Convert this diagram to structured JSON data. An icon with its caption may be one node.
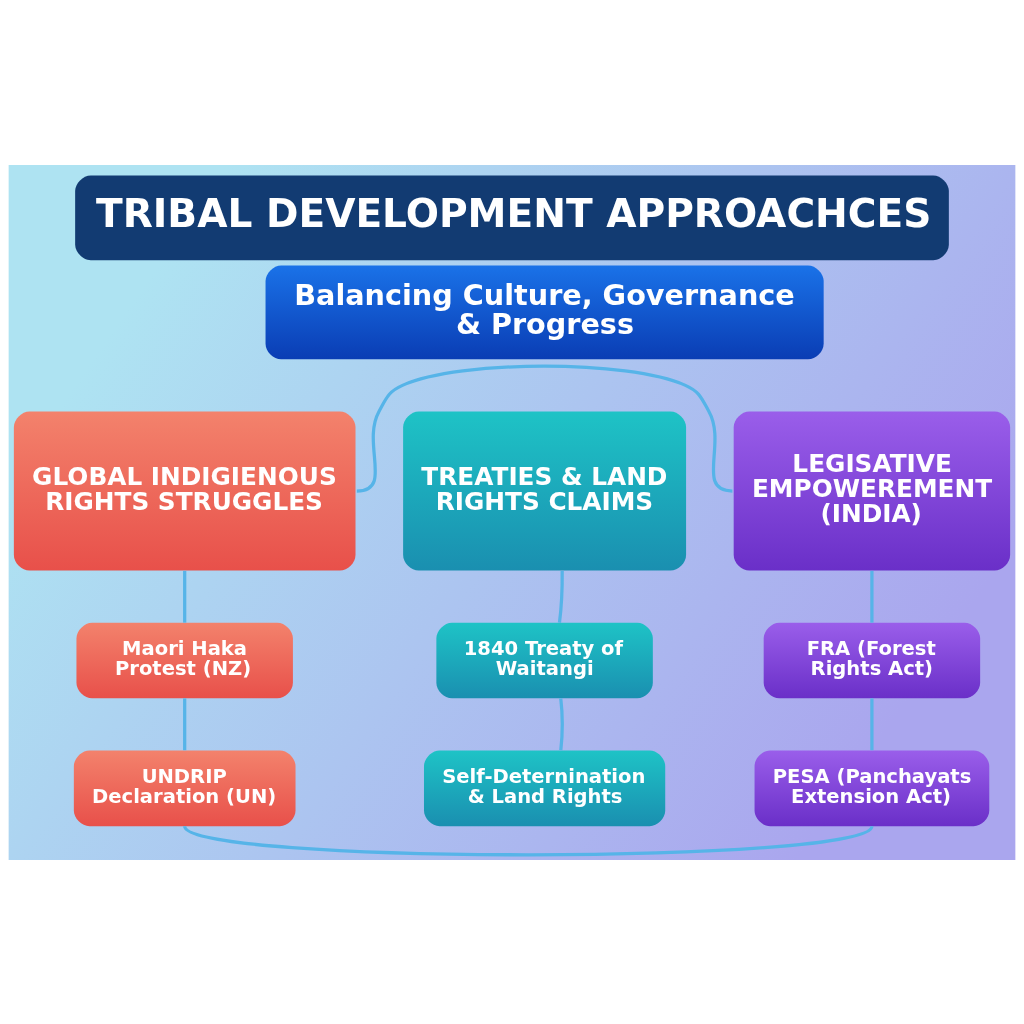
{
  "diagram": {
    "title": "TRIBAL DEVELOPMENT APPROACHCES",
    "nodes": [
      {
        "text": [
          "Balancing Culture, Governance & Progress"
        ]
      },
      {
        "text": [
          "GLOBAL INDIGIENOUS RIGHTS STRUGGLES"
        ]
      },
      {
        "text": [
          "TREATIES & LAND RIGHTS CLAIMS"
        ]
      },
      {
        "text": [
          "LEGISATIVE EMPOWEREMENT (INDIA)"
        ]
      },
      {
        "text": [
          "Maori Haka Protest (NZ)"
        ]
      },
      {
        "text": [
          "1840 Treaty of Waitangi"
        ]
      },
      {
        "text": [
          "FRA (Forest Rights Act)"
        ]
      },
      {
        "text": [
          "UNDRIP Declaration (UN)"
        ]
      },
      {
        "text": [
          "Self-Deternination & Land Rights"
        ]
      },
      {
        "text": [
          "PESA (Panchayats Extension Act)"
        ]
      }
    ],
    "edges": [
      {
        "from": 1,
        "to": 3,
        "arrow": "none"
      },
      {
        "from": 1,
        "to": 4,
        "arrow": "none"
      },
      {
        "from": 4,
        "to": 7,
        "arrow": "none"
      },
      {
        "from": 2,
        "to": 5,
        "arrow": "none"
      },
      {
        "from": 5,
        "to": 8,
        "arrow": "none"
      },
      {
        "from": 3,
        "to": 6,
        "arrow": "none"
      },
      {
        "from": 6,
        "to": 9,
        "arrow": "none"
      },
      {
        "from": 7,
        "to": 9,
        "arrow": "none"
      }
    ]
  }
}
